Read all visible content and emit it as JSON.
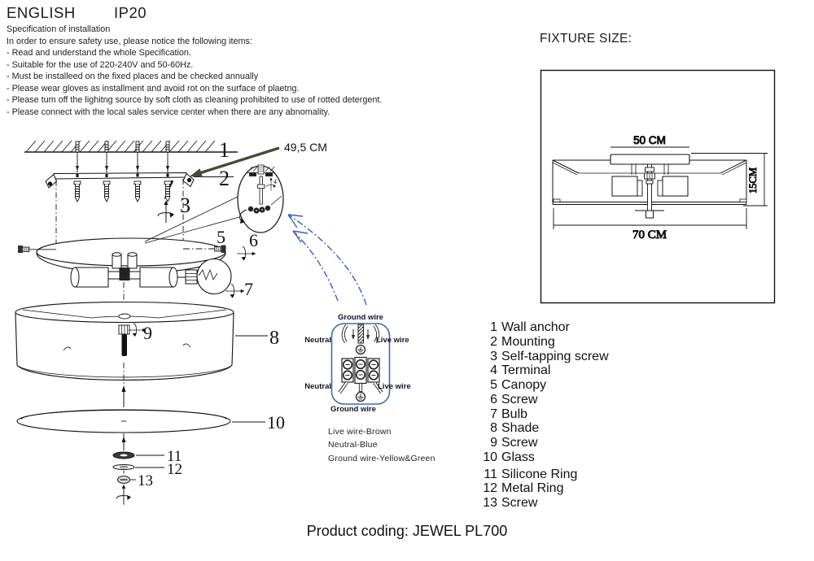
{
  "header": {
    "language": "ENGLISH",
    "ip_rating": "IP20"
  },
  "spec": {
    "title": "Specification of installation",
    "intro": "In order to ensure safety use, please notice the following items:",
    "items": [
      "- Read and understand the whole Specification.",
      "- Suitable for the use of 220-240V and 50-60Hz.",
      "- Must be installeed on the fixed places and be checked annually",
      "- Please wear gloves as installment and avoid rot on the surface of plaetng.",
      "- Please tum off the lighitng source by soft cloth as cleaning prohibited to use of rotted detergent.",
      "- Please connect with the local sales service center when there are any abnomality."
    ]
  },
  "fixture_size": {
    "label": "FIXTURE SIZE:",
    "width_top": "50 CM",
    "height_right": "15CM",
    "width_bottom": "70 CM"
  },
  "diagram": {
    "mount_width": "49,5 CM"
  },
  "wiring": {
    "ground_top": "Ground wire",
    "neutral_top": "Neutral",
    "live_top": "Live wire",
    "neutral_bottom": "Neutral",
    "live_bottom": "Live wire",
    "ground_bottom": "Ground wire",
    "legend": [
      "Live wire-Brown",
      "Neutral-Blue",
      "Ground wire-Yellow&Green"
    ]
  },
  "parts": [
    {
      "num": "1",
      "name": "Wall anchor"
    },
    {
      "num": "2",
      "name": "Mounting"
    },
    {
      "num": "3",
      "name": "Self-tapping screw"
    },
    {
      "num": "4",
      "name": "Terminal"
    },
    {
      "num": "5",
      "name": "Canopy"
    },
    {
      "num": "6",
      "name": "Screw"
    },
    {
      "num": "7",
      "name": "Bulb"
    },
    {
      "num": "8",
      "name": "Shade"
    },
    {
      "num": "9",
      "name": "Screw"
    },
    {
      "num": "10",
      "name": "Glass"
    },
    {
      "num": "11",
      "name": "Silicone Ring"
    },
    {
      "num": "12",
      "name": "Metal Ring"
    },
    {
      "num": "13",
      "name": "Screw"
    }
  ],
  "footer": {
    "product_coding": "Product coding: JEWEL PL700"
  },
  "colors": {
    "blue_accent": "#3b5cbe",
    "arrow_olive": "#474a38",
    "line": "#1a1a1a"
  }
}
